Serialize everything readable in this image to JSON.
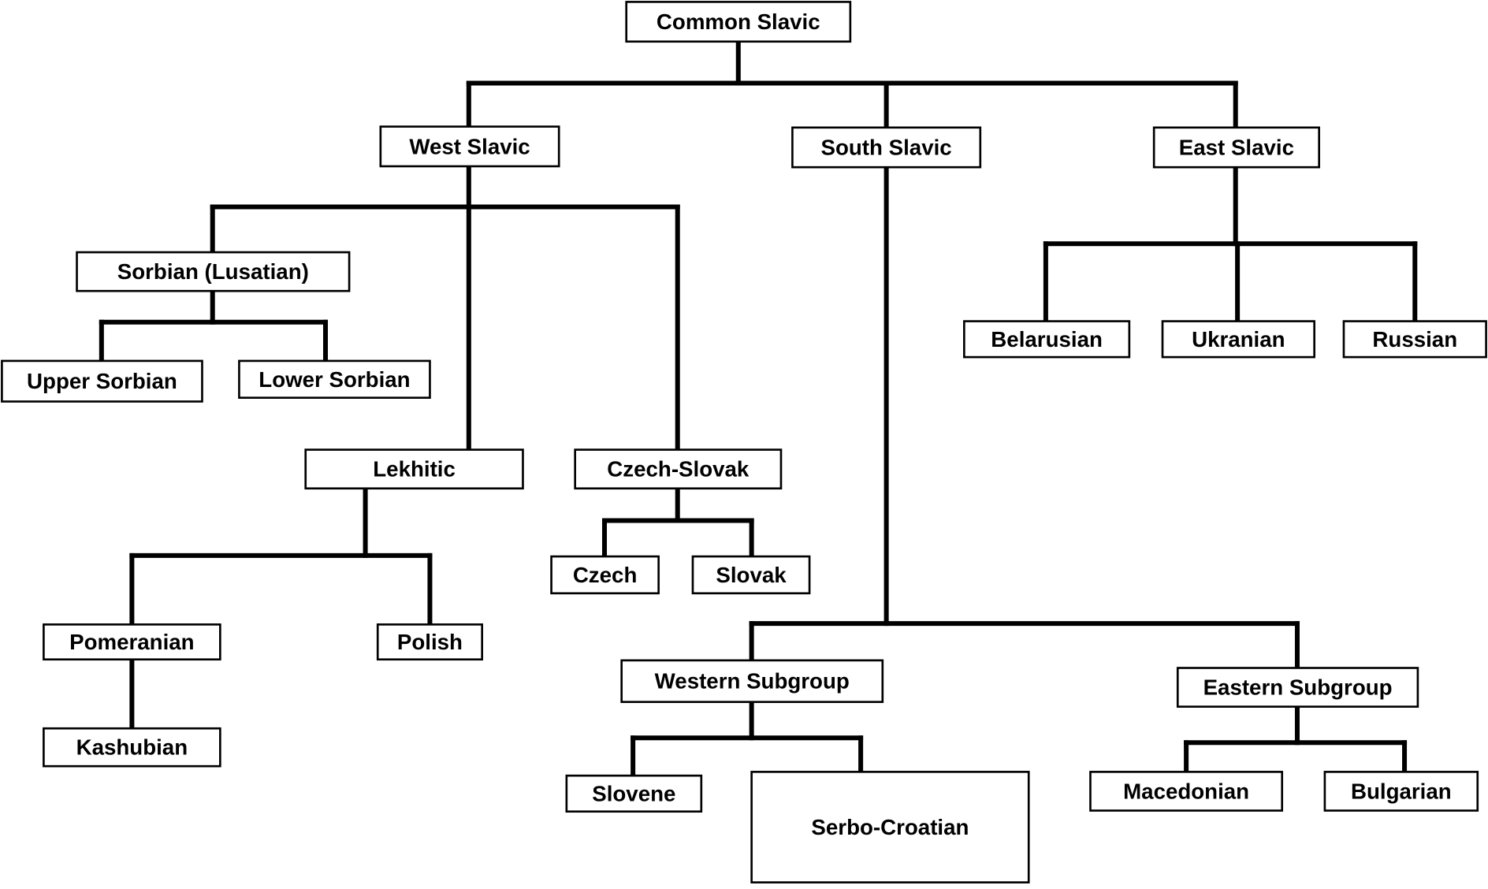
{
  "diagram": {
    "type": "tree",
    "nodes": {
      "common_slavic": "Common Slavic",
      "west_slavic": "West Slavic",
      "south_slavic": "South Slavic",
      "east_slavic": "East Slavic",
      "sorbian": "Sorbian (Lusatian)",
      "upper_sorbian": "Upper Sorbian",
      "lower_sorbian": "Lower Sorbian",
      "lekhitic": "Lekhitic",
      "czech_slovak": "Czech-Slovak",
      "czech": "Czech",
      "slovak": "Slovak",
      "pomeranian": "Pomeranian",
      "polish": "Polish",
      "kashubian": "Kashubian",
      "belarusian": "Belarusian",
      "ukranian": "Ukranian",
      "russian": "Russian",
      "western_subgroup": "Western Subgroup",
      "eastern_subgroup": "Eastern Subgroup",
      "slovene": "Slovene",
      "serbo_croatian": "Serbo-Croatian",
      "macedonian": "Macedonian",
      "bulgarian": "Bulgarian"
    },
    "edges": [
      [
        "common_slavic",
        "west_slavic"
      ],
      [
        "common_slavic",
        "south_slavic"
      ],
      [
        "common_slavic",
        "east_slavic"
      ],
      [
        "west_slavic",
        "sorbian"
      ],
      [
        "west_slavic",
        "lekhitic"
      ],
      [
        "west_slavic",
        "czech_slovak"
      ],
      [
        "sorbian",
        "upper_sorbian"
      ],
      [
        "sorbian",
        "lower_sorbian"
      ],
      [
        "lekhitic",
        "pomeranian"
      ],
      [
        "lekhitic",
        "polish"
      ],
      [
        "pomeranian",
        "kashubian"
      ],
      [
        "czech_slovak",
        "czech"
      ],
      [
        "czech_slovak",
        "slovak"
      ],
      [
        "east_slavic",
        "belarusian"
      ],
      [
        "east_slavic",
        "ukranian"
      ],
      [
        "east_slavic",
        "russian"
      ],
      [
        "south_slavic",
        "western_subgroup"
      ],
      [
        "south_slavic",
        "eastern_subgroup"
      ],
      [
        "western_subgroup",
        "slovene"
      ],
      [
        "western_subgroup",
        "serbo_croatian"
      ],
      [
        "eastern_subgroup",
        "macedonian"
      ],
      [
        "eastern_subgroup",
        "bulgarian"
      ]
    ]
  }
}
